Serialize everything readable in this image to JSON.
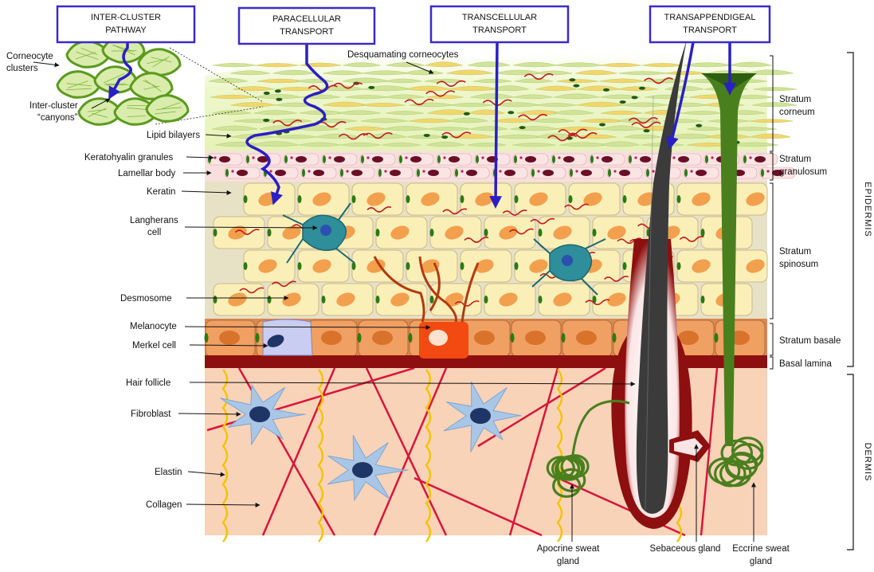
{
  "pathways": {
    "intercluster": [
      "INTER-CLUSTER",
      "PATHWAY"
    ],
    "paracellular": [
      "PARACELLULAR",
      "TRANSPORT"
    ],
    "transcellular": [
      "TRANSCELLULAR",
      "TRANSPORT"
    ],
    "transappendigeal": [
      "TRANSAPPENDIGEAL",
      "TRANSPORT"
    ]
  },
  "labels": {
    "corneocyte_clusters": [
      "Corneocyte",
      "clusters"
    ],
    "intercluster_canyons": [
      "Inter-cluster",
      "“canyons”"
    ],
    "desquamating": "Desquamating corneocytes",
    "lipid_bilayers": "Lipid bilayers",
    "keratohyalin": "Keratohyalin granules",
    "lamellar_body": "Lamellar body",
    "keratin": "Keratin",
    "langherans": [
      "Langherans",
      "cell"
    ],
    "desmosome": "Desmosome",
    "melanocyte": "Melanocyte",
    "merkel": "Merkel cell",
    "hair_follicle": "Hair follicle",
    "fibroblast": "Fibroblast",
    "elastin": "Elastin",
    "collagen": "Collagen",
    "apocrine": [
      "Apocrine sweat",
      "gland"
    ],
    "sebaceous": "Sebaceous gland",
    "eccrine": [
      "Eccrine sweat",
      "gland"
    ]
  },
  "layers": {
    "corneum": [
      "Stratum",
      "corneum"
    ],
    "granulosum": [
      "Stratum",
      "granulosum"
    ],
    "spinosum": [
      "Stratum",
      "spinosum"
    ],
    "basale": "Stratum basale",
    "lamina": "Basal lamina"
  },
  "regions": {
    "epidermis": "EPIDERMIS",
    "dermis": "DERMIS"
  },
  "colors": {
    "pathway": "#2a1fc4",
    "box_border": "#3a2bc8",
    "dermis": "#f8d3b8",
    "basal_lamina": "#8e0f0f",
    "spinous_cell": "#fbefb8",
    "basal_cell": "#f0a062",
    "nucleus": "#f2a04e",
    "langherans": "#2e8e9a",
    "melanocyte": "#f24a10",
    "fibroblast": "#a9c6e6",
    "collagen": "#d8153a",
    "elastin": "#f2c400",
    "gland": "#4a7f1e",
    "hair": "#3b3b3b"
  }
}
